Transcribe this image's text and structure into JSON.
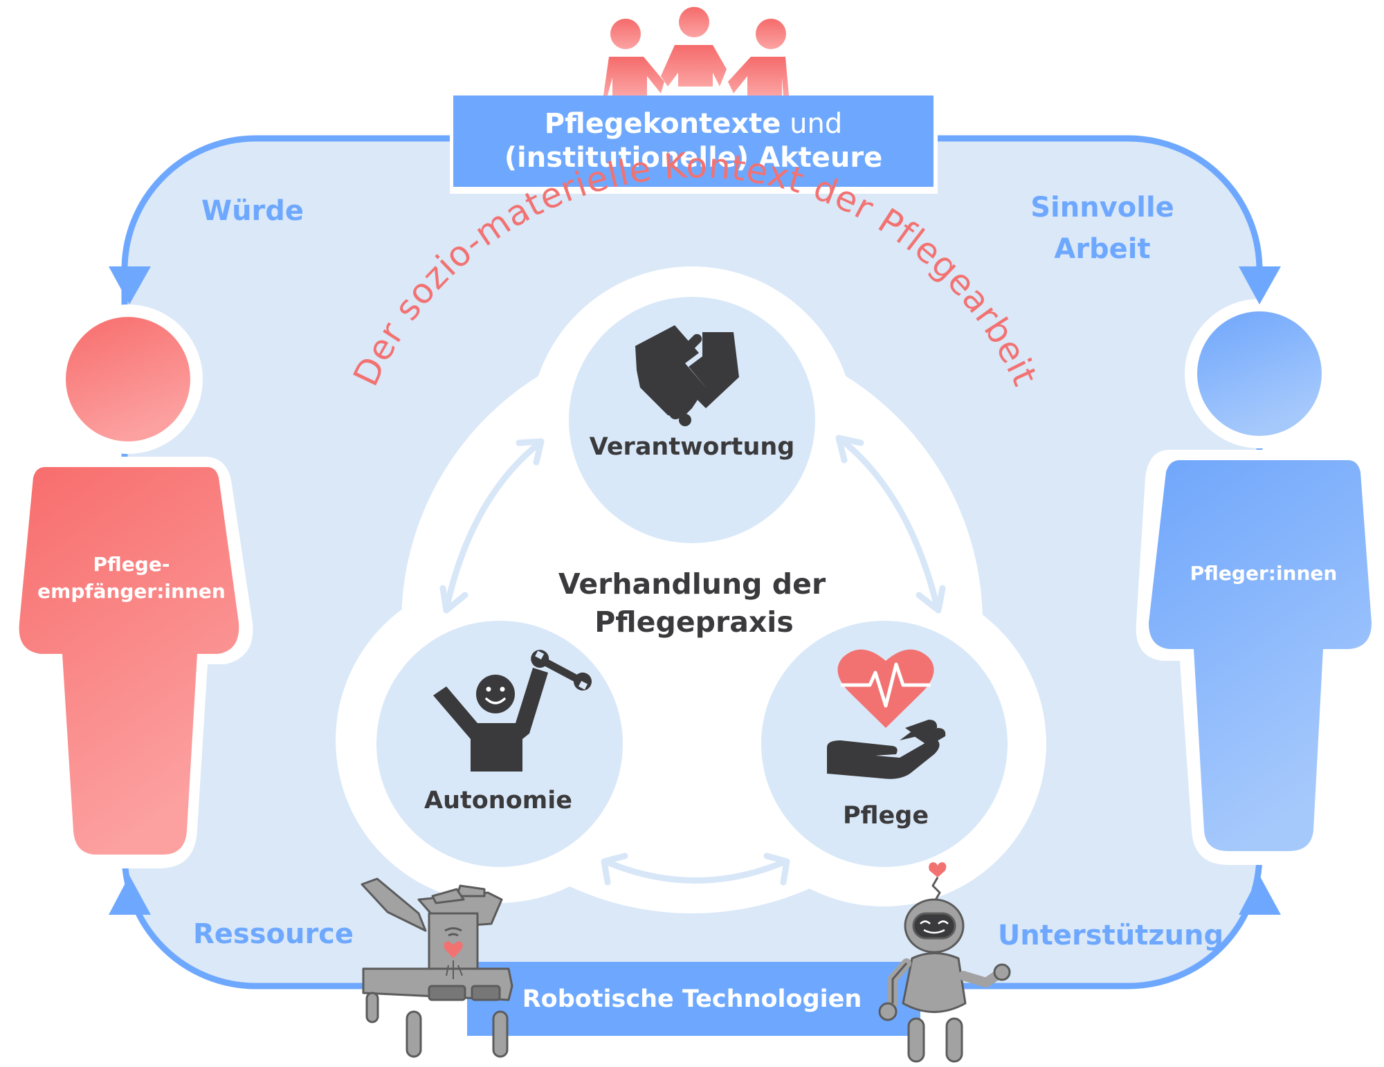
{
  "header": {
    "title_bold_1": "Pflegekontexte",
    "title_normal_1": " und",
    "title_line_2": "(institutionelle) Akteure"
  },
  "footer": {
    "label": "Robotische Technologien"
  },
  "arc_title": "Der sozio-materielle Kontext der Pflegearbeit",
  "corners": {
    "top_left": "Würde",
    "top_right_line_1": "Sinnvolle",
    "top_right_line_2": "Arbeit",
    "bottom_left": "Ressource",
    "bottom_right": "Unterstützung"
  },
  "left_person": {
    "line_1": "Pflege-",
    "line_2": "empfänger:innen"
  },
  "right_person": {
    "label": "Pfleger:innen"
  },
  "center": {
    "line_1": "Verhandlung der",
    "line_2": "Pflegepraxis"
  },
  "circles": {
    "top": "Verantwortung",
    "left": "Autonomie",
    "right": "Pflege"
  },
  "colors": {
    "blue": "#6ea8fe",
    "blue_light": "#dae8f8",
    "red": "#f27272",
    "dark": "#3a3a3c",
    "robot_grey": "#a2a2a2"
  }
}
